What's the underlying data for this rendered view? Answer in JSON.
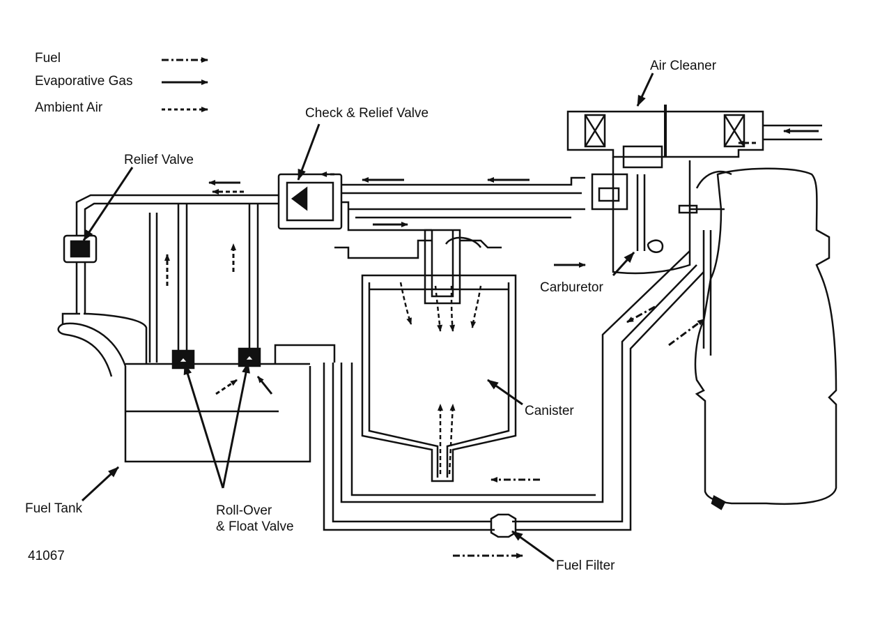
{
  "legend": [
    {
      "label": "Fuel",
      "style": "dash-dot"
    },
    {
      "label": "Evaporative Gas",
      "style": "solid"
    },
    {
      "label": "Ambient Air",
      "style": "dashed"
    }
  ],
  "labels": {
    "air_cleaner": "Air Cleaner",
    "check_relief_valve": "Check & Relief Valve",
    "relief_valve": "Relief Valve",
    "carburetor": "Carburetor",
    "canister": "Canister",
    "fuel_tank": "Fuel Tank",
    "rollover_line1": "Roll-Over",
    "rollover_line2": "& Float Valve",
    "fuel_filter": "Fuel Filter",
    "figure_number": "41067"
  },
  "colors": {
    "ink": "#111111",
    "paper": "#ffffff"
  }
}
